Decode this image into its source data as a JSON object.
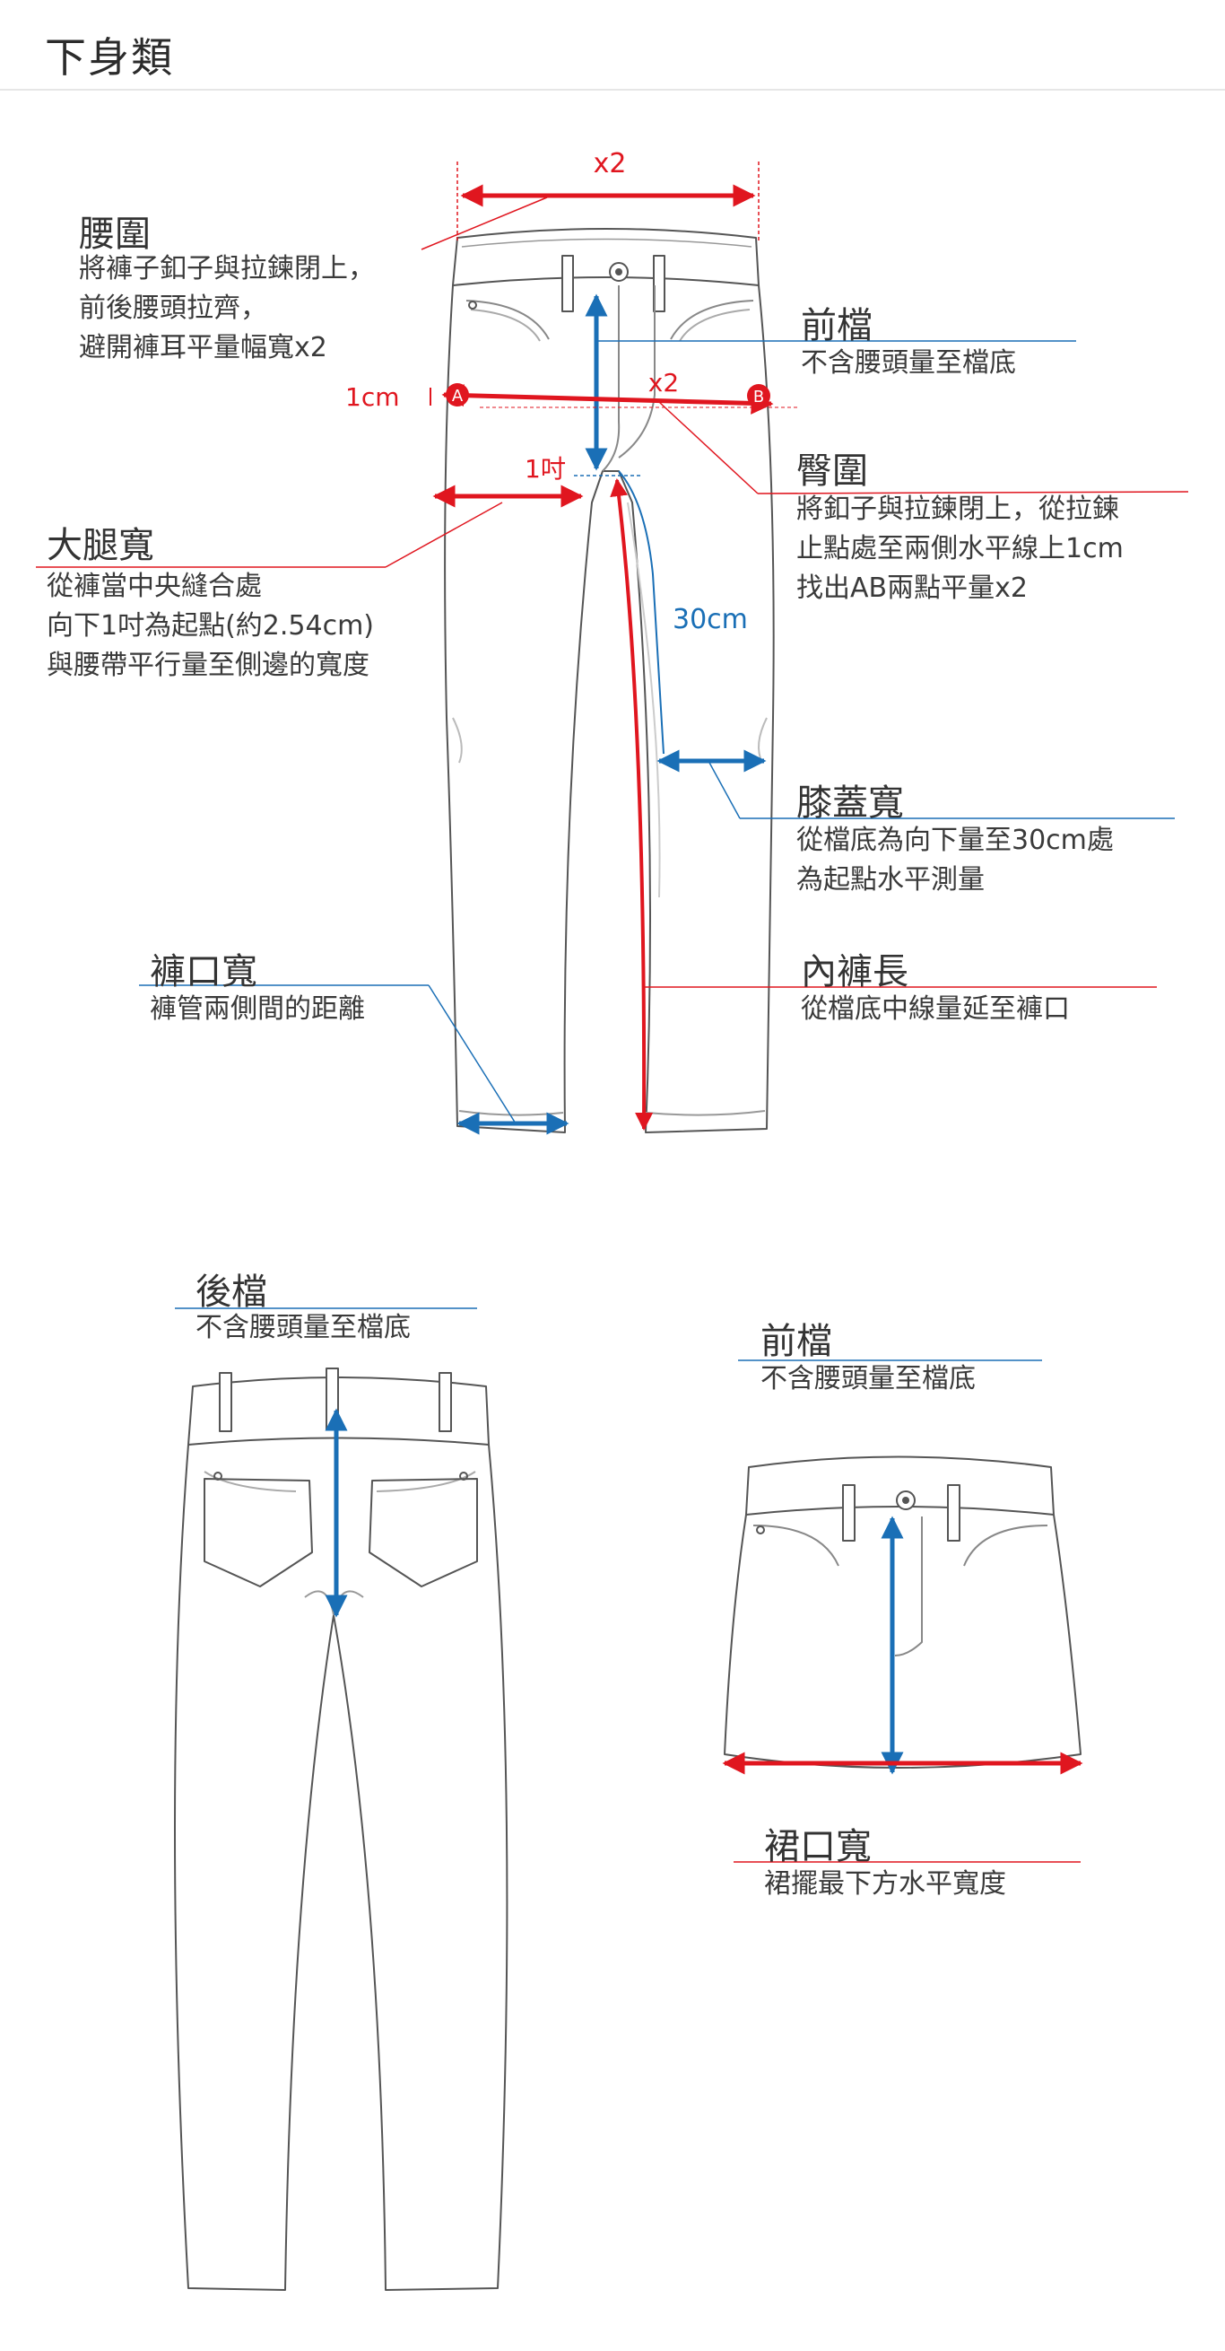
{
  "page_title": "下身類",
  "colors": {
    "red": "#e0161f",
    "blue": "#1a6fb6",
    "line": "#555555"
  },
  "annotations": {
    "waist_x2": "x2",
    "hip_x2": "x2",
    "cm1": "1cm",
    "point_a": "A",
    "point_b": "B",
    "inch1": "1吋",
    "cm30": "30cm"
  },
  "labels": {
    "waist": {
      "title": "腰圍",
      "desc": "將褲子釦子與拉鍊閉上，\n前後腰頭拉齊，\n避開褲耳平量幅寬x2"
    },
    "front_rise": {
      "title": "前檔",
      "desc": "不含腰頭量至檔底"
    },
    "hip": {
      "title": "臀圍",
      "desc": "將釦子與拉鍊閉上，從拉鍊\n止點處至兩側水平線上1cm\n找出AB兩點平量x2"
    },
    "thigh": {
      "title": "大腿寬",
      "desc": "從褲當中央縫合處\n向下1吋為起點(約2.54cm)\n與腰帶平行量至側邊的寬度"
    },
    "knee": {
      "title": "膝蓋寬",
      "desc": "從檔底為向下量至30cm處\n為起點水平測量"
    },
    "leg_opening": {
      "title": "褲口寬",
      "desc": "褲管兩側間的距離"
    },
    "inseam": {
      "title": "內褲長",
      "desc": "從檔底中線量延至褲口"
    },
    "back_rise": {
      "title": "後檔",
      "desc": "不含腰頭量至檔底"
    },
    "skirt_front_rise": {
      "title": "前檔",
      "desc": "不含腰頭量至檔底"
    },
    "skirt_hem": {
      "title": "裙口寬",
      "desc": "裙擺最下方水平寬度"
    }
  }
}
